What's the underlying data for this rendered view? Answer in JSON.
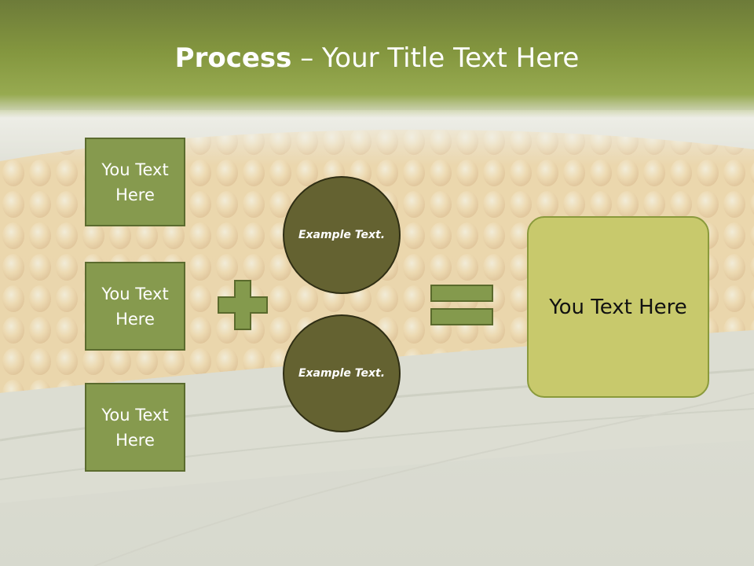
{
  "title": {
    "bold": "Process",
    "separator": " – ",
    "rest": "Your Title Text Here"
  },
  "left_boxes": [
    {
      "label": "You Text Here"
    },
    {
      "label": "You Text Here"
    },
    {
      "label": "You Text Here"
    }
  ],
  "circles": [
    {
      "label": "Example Text."
    },
    {
      "label": "Example Text."
    }
  ],
  "result_box": {
    "label": "You Text Here"
  },
  "icons": {
    "plus": "plus-icon",
    "equals": "equals-icon",
    "background": "corn-cob-photo"
  },
  "colors": {
    "title_band": "#84973f",
    "box_fill": "#869a4e",
    "circle_fill": "#646231",
    "operator_fill": "#849a4d",
    "result_fill": "#c8c96c"
  }
}
